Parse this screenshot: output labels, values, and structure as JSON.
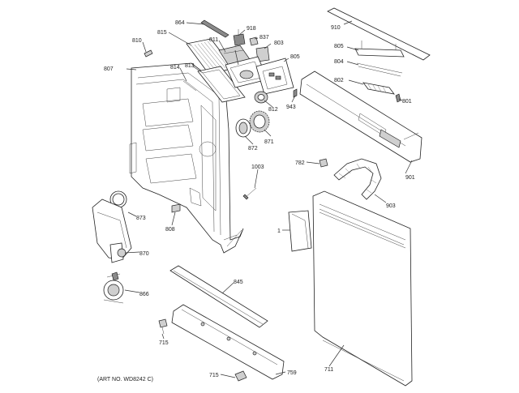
{
  "diagram": {
    "art_no": "(ART NO. WD8242 C)",
    "callouts": [
      {
        "id": "c864",
        "label": "864"
      },
      {
        "id": "c918",
        "label": "918"
      },
      {
        "id": "c837",
        "label": "837"
      },
      {
        "id": "c803",
        "label": "803"
      },
      {
        "id": "c815",
        "label": "815"
      },
      {
        "id": "c811",
        "label": "811"
      },
      {
        "id": "c810",
        "label": "810"
      },
      {
        "id": "c807",
        "label": "807"
      },
      {
        "id": "c814",
        "label": "814"
      },
      {
        "id": "c813",
        "label": "813"
      },
      {
        "id": "c805b",
        "label": "805"
      },
      {
        "id": "c812",
        "label": "812"
      },
      {
        "id": "c943",
        "label": "943"
      },
      {
        "id": "c872",
        "label": "872"
      },
      {
        "id": "c871",
        "label": "871"
      },
      {
        "id": "c910",
        "label": "910"
      },
      {
        "id": "c805",
        "label": "805"
      },
      {
        "id": "c804",
        "label": "804"
      },
      {
        "id": "c802",
        "label": "802"
      },
      {
        "id": "c801",
        "label": "801"
      },
      {
        "id": "c782",
        "label": "782"
      },
      {
        "id": "c901",
        "label": "901"
      },
      {
        "id": "c903",
        "label": "903"
      },
      {
        "id": "c1003",
        "label": "1003"
      },
      {
        "id": "c873",
        "label": "873"
      },
      {
        "id": "c808",
        "label": "808"
      },
      {
        "id": "c870",
        "label": "870"
      },
      {
        "id": "c866",
        "label": "866"
      },
      {
        "id": "c1",
        "label": "1"
      },
      {
        "id": "c845",
        "label": "845"
      },
      {
        "id": "c715a",
        "label": "715"
      },
      {
        "id": "c715b",
        "label": "715"
      },
      {
        "id": "c759",
        "label": "759"
      },
      {
        "id": "c711",
        "label": "711"
      }
    ]
  }
}
